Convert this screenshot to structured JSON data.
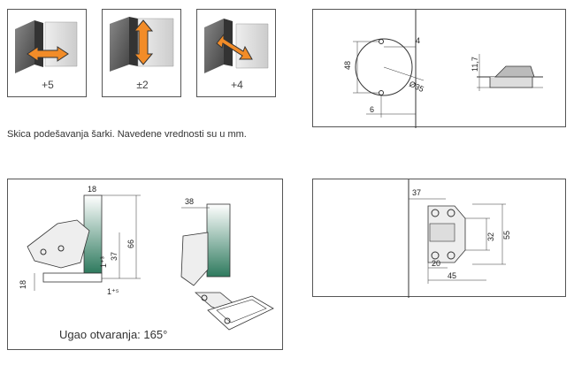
{
  "adjustments": [
    {
      "value": "+5"
    },
    {
      "value": "±2"
    },
    {
      "value": "+4"
    }
  ],
  "caption": "Skica podešavanja šarki. Navedene vrednosti su u mm.",
  "drill_dims": {
    "d4": "4",
    "d48": "48",
    "d35": "Ø35",
    "d6": "6",
    "d11_7": "11,7"
  },
  "hinge_dims": {
    "d18a": "18",
    "d38": "38",
    "d66": "66",
    "d37": "37",
    "d13": "1⁺³",
    "d15": "1⁺⁵",
    "d18b": "18"
  },
  "opening_angle": "Ugao otvaranja: 165°",
  "plate_dims": {
    "d37": "37",
    "d32": "32",
    "d55": "55",
    "d20": "20",
    "d45": "45"
  },
  "colors": {
    "arrow_orange": "#f28c28",
    "panel_green": "#2e7a5e"
  }
}
